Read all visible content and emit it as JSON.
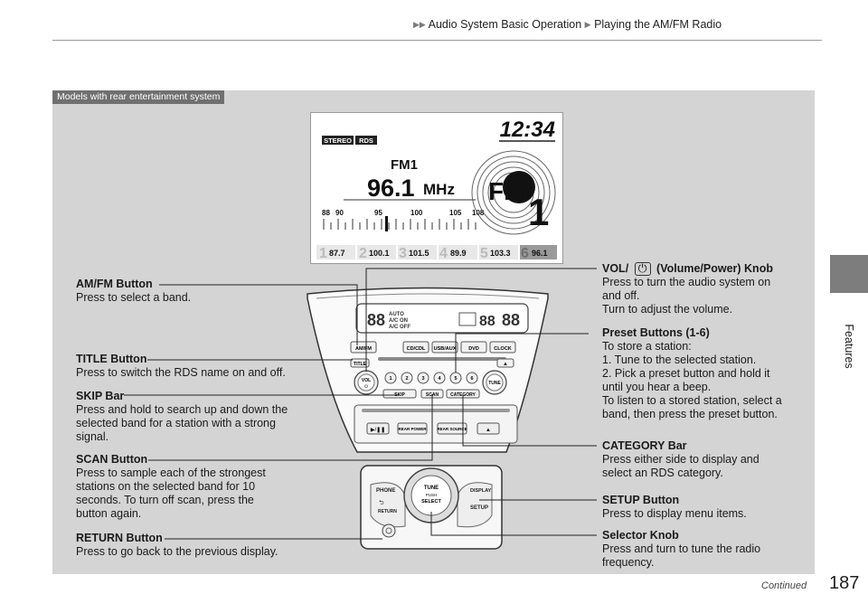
{
  "breadcrumb": {
    "section": "Audio System Basic Operation",
    "page": "Playing the AM/FM Radio"
  },
  "side_tab": "Features",
  "panel_label": "Models with rear entertainment system",
  "display": {
    "clock": "12:34",
    "badges": [
      "STEREO",
      "RDS"
    ],
    "band": "FM1",
    "frequency": "96.1",
    "unit": "MHz",
    "big_band": "FM",
    "big_preset": "1",
    "scale_labels": [
      "88",
      "90",
      "95",
      "100",
      "105",
      "108"
    ],
    "presets": [
      {
        "num": "1",
        "freq": "87.7"
      },
      {
        "num": "2",
        "freq": "100.1"
      },
      {
        "num": "3",
        "freq": "101.5"
      },
      {
        "num": "4",
        "freq": "89.9"
      },
      {
        "num": "5",
        "freq": "103.3"
      },
      {
        "num": "6",
        "freq": "96.1"
      }
    ]
  },
  "head_unit": {
    "climate_lines": [
      "AUTO",
      "A/C ON",
      "A/C OFF"
    ],
    "row1": [
      "AM/FM",
      "CD/CDL",
      "USB/AUX",
      "DVD",
      "CLOCK"
    ],
    "title_btn": "TITLE",
    "vol_btn": "VOL",
    "tune_btn": "TUNE",
    "preset_nums": [
      "1",
      "2",
      "3",
      "4",
      "5",
      "6"
    ],
    "skip": "SKIP",
    "scan": "SCAN",
    "category": "CATEGORY",
    "rear_power": "REAR POWER",
    "rear_source": "REAR SOURCE"
  },
  "controller": {
    "phone": "PHONE",
    "return": "RETURN",
    "knob": [
      "TUNE",
      "PUSH",
      "SELECT"
    ],
    "display": "DISPLAY",
    "setup": "SETUP"
  },
  "callouts": {
    "amfm": {
      "title": "AM/FM Button",
      "desc": "Press to select a band."
    },
    "title": {
      "title": "TITLE Button",
      "desc": "Press to switch the RDS name on and off."
    },
    "skip": {
      "title": "SKIP Bar",
      "desc": "Press and hold to search up and down the\nselected band for a station with a strong\nsignal."
    },
    "scan": {
      "title": "SCAN Button",
      "desc": "Press to sample each of the strongest\nstations on the selected band for 10\nseconds. To turn off scan, press the\nbutton again."
    },
    "return": {
      "title": "RETURN Button",
      "desc": "Press to go back to the previous display."
    },
    "vol_title_a": "VOL/",
    "vol_title_b": "(Volume/Power) Knob",
    "vol_desc": "Press to turn the audio system on\nand off.\nTurn to adjust the volume.",
    "preset": {
      "title": "Preset Buttons (1-6)",
      "intro": "To store a station:",
      "step1": "1.  Tune to the selected station.",
      "step2": "2.  Pick a preset button and hold it\n     until you hear a beep.",
      "outro": "To listen to a stored station, select a\nband, then press the preset button."
    },
    "category": {
      "title": "CATEGORY Bar",
      "desc": "Press either side to display and\nselect an RDS category."
    },
    "setup": {
      "title": "SETUP Button",
      "desc": "Press to display menu items."
    },
    "selector": {
      "title": "Selector Knob",
      "desc": "Press and turn to tune the radio\nfrequency."
    }
  },
  "footer": {
    "continued": "Continued",
    "page_number": "187"
  }
}
